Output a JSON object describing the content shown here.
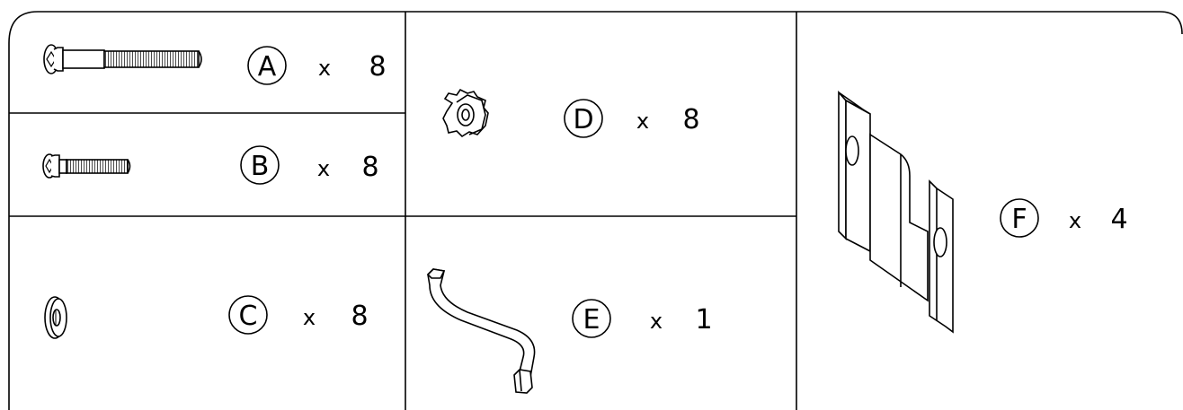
{
  "colors": {
    "line": "#000000",
    "background": "#ffffff"
  },
  "parts": [
    {
      "letter": "A",
      "times": "x",
      "qty": "8",
      "icon": "long-hex-bolt-icon"
    },
    {
      "letter": "B",
      "times": "x",
      "qty": "8",
      "icon": "short-hex-bolt-icon"
    },
    {
      "letter": "C",
      "times": "x",
      "qty": "8",
      "icon": "washer-icon"
    },
    {
      "letter": "D",
      "times": "x",
      "qty": "8",
      "icon": "t-nut-icon"
    },
    {
      "letter": "E",
      "times": "x",
      "qty": "1",
      "icon": "allen-key-icon"
    },
    {
      "letter": "F",
      "times": "x",
      "qty": "4",
      "icon": "connector-bracket-icon"
    }
  ]
}
